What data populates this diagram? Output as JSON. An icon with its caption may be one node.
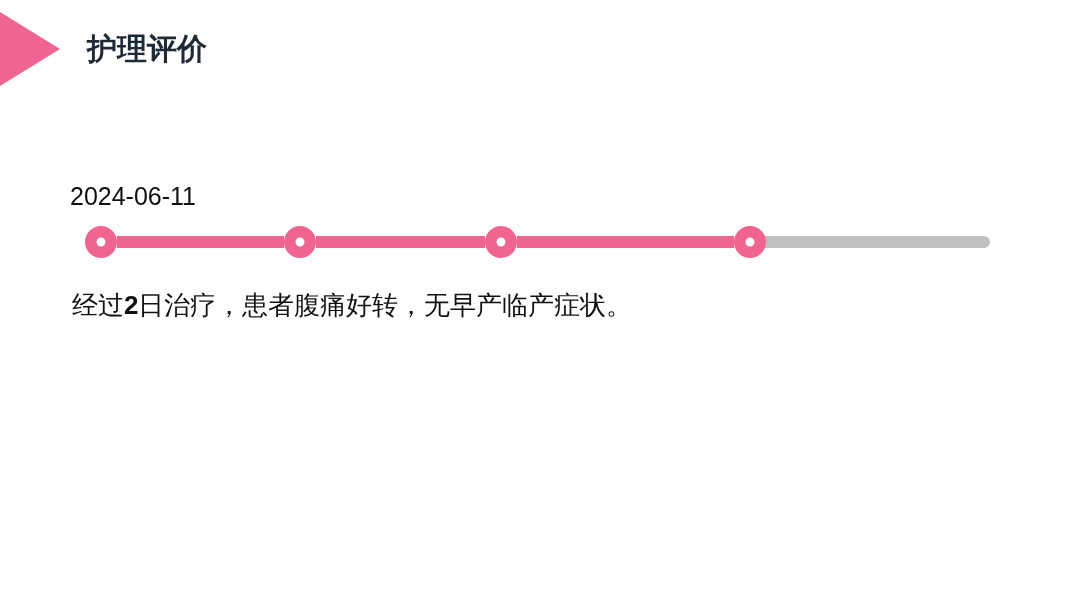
{
  "diagram": {
    "title": "护理评价",
    "nodes": [
      {
        "text": [],
        "shape": "circle",
        "beside": [
          "2024-06-11"
        ]
      },
      {
        "text": [],
        "shape": "circle"
      },
      {
        "text": [],
        "shape": "circle"
      },
      {
        "text": [],
        "shape": "circle"
      }
    ],
    "edges": [
      {
        "from": 0,
        "to": 1,
        "arrow": "none"
      },
      {
        "from": 1,
        "to": 2,
        "arrow": "none"
      },
      {
        "from": 2,
        "to": 3,
        "arrow": "none"
      },
      {
        "from": 3,
        "to": null,
        "arrow": "none",
        "color": "#c0c0c0"
      }
    ],
    "labels": [
      "经过**2**日治疗，患者腹痛好转，无早产临产症状。"
    ]
  }
}
